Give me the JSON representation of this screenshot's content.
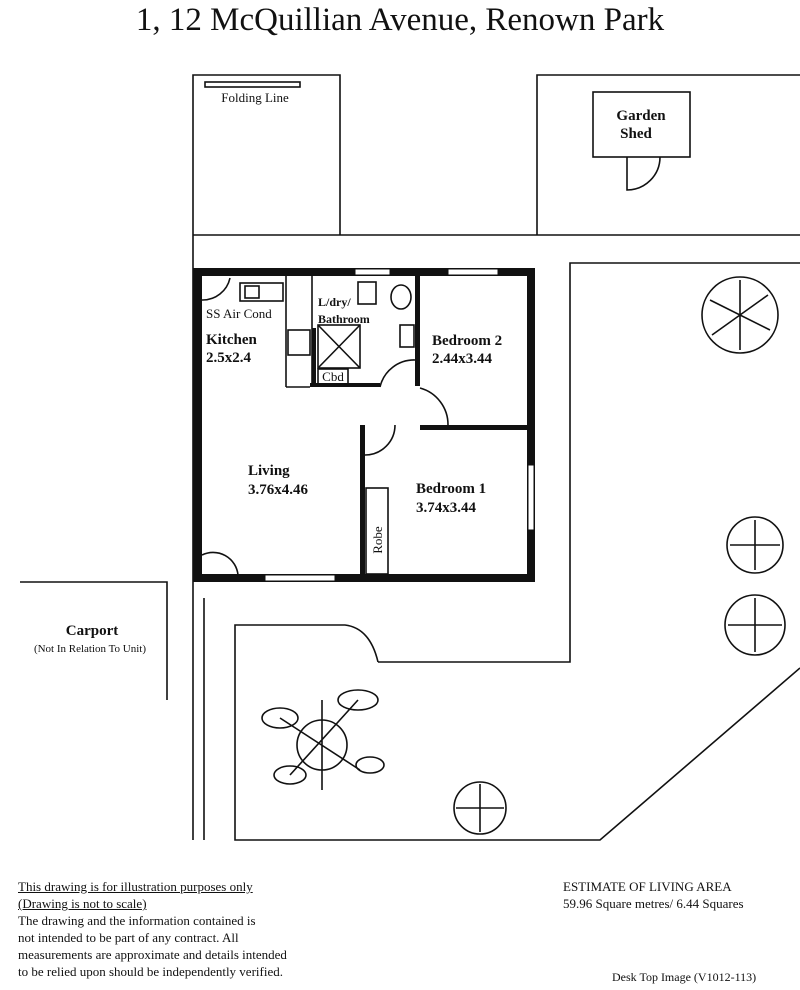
{
  "title": "1, 12  McQuillian Avenue,  Renown Park",
  "labels": {
    "folding_line": "Folding Line",
    "garden_shed_1": "Garden",
    "garden_shed_2": "Shed",
    "carport": "Carport",
    "carport_note": "(Not In Relation To Unit)",
    "air_cond": "SS Air Cond",
    "cbd": "Cbd",
    "robe": "Robe"
  },
  "rooms": {
    "kitchen": {
      "name": "Kitchen",
      "size": "2.5x2.4"
    },
    "laundry": {
      "name1": "L/dry/",
      "name2": "Bathroom"
    },
    "bedroom2": {
      "name": "Bedroom 2",
      "size": "2.44x3.44"
    },
    "living": {
      "name": "Living",
      "size": "3.76x4.46"
    },
    "bedroom1": {
      "name": "Bedroom 1",
      "size": "3.74x3.44"
    }
  },
  "disclaimer": {
    "line1": "This drawing is for illustration purposes only",
    "line2": "(Drawing is not to scale)",
    "body": [
      "The drawing and the information contained is",
      "not intended to be part of any contract.  All",
      "measurements are approximate and details intended",
      "to be relied upon should be independently verified."
    ]
  },
  "area": {
    "heading": "ESTIMATE OF LIVING AREA",
    "value": "59.96  Square metres/ 6.44 Squares"
  },
  "image_ref": "Desk Top Image  (V1012-113)"
}
